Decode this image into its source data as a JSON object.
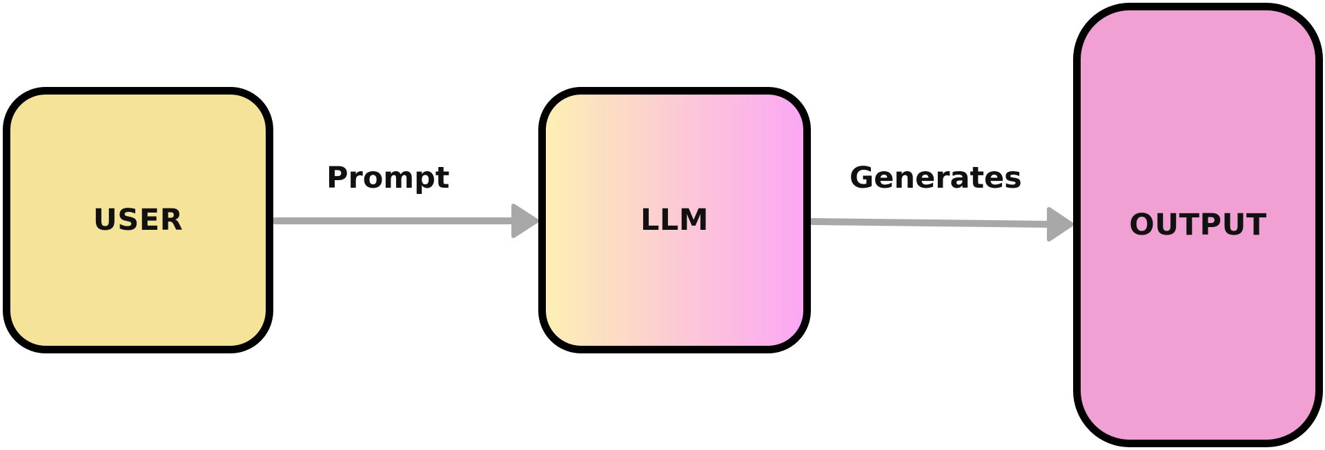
{
  "diagram": {
    "nodes": [
      {
        "id": "user",
        "label": "USER",
        "color": "#f6e39a"
      },
      {
        "id": "llm",
        "label": "LLM",
        "gradient_from": "#fdefb4",
        "gradient_to": "#fba7f4"
      },
      {
        "id": "output",
        "label": "OUTPUT",
        "color": "#f0a0d2"
      }
    ],
    "edges": [
      {
        "from": "user",
        "to": "llm",
        "label": "Prompt"
      },
      {
        "from": "llm",
        "to": "output",
        "label": "Generates"
      }
    ],
    "edge_color": "#a8a8a8",
    "border_color": "#000000"
  }
}
